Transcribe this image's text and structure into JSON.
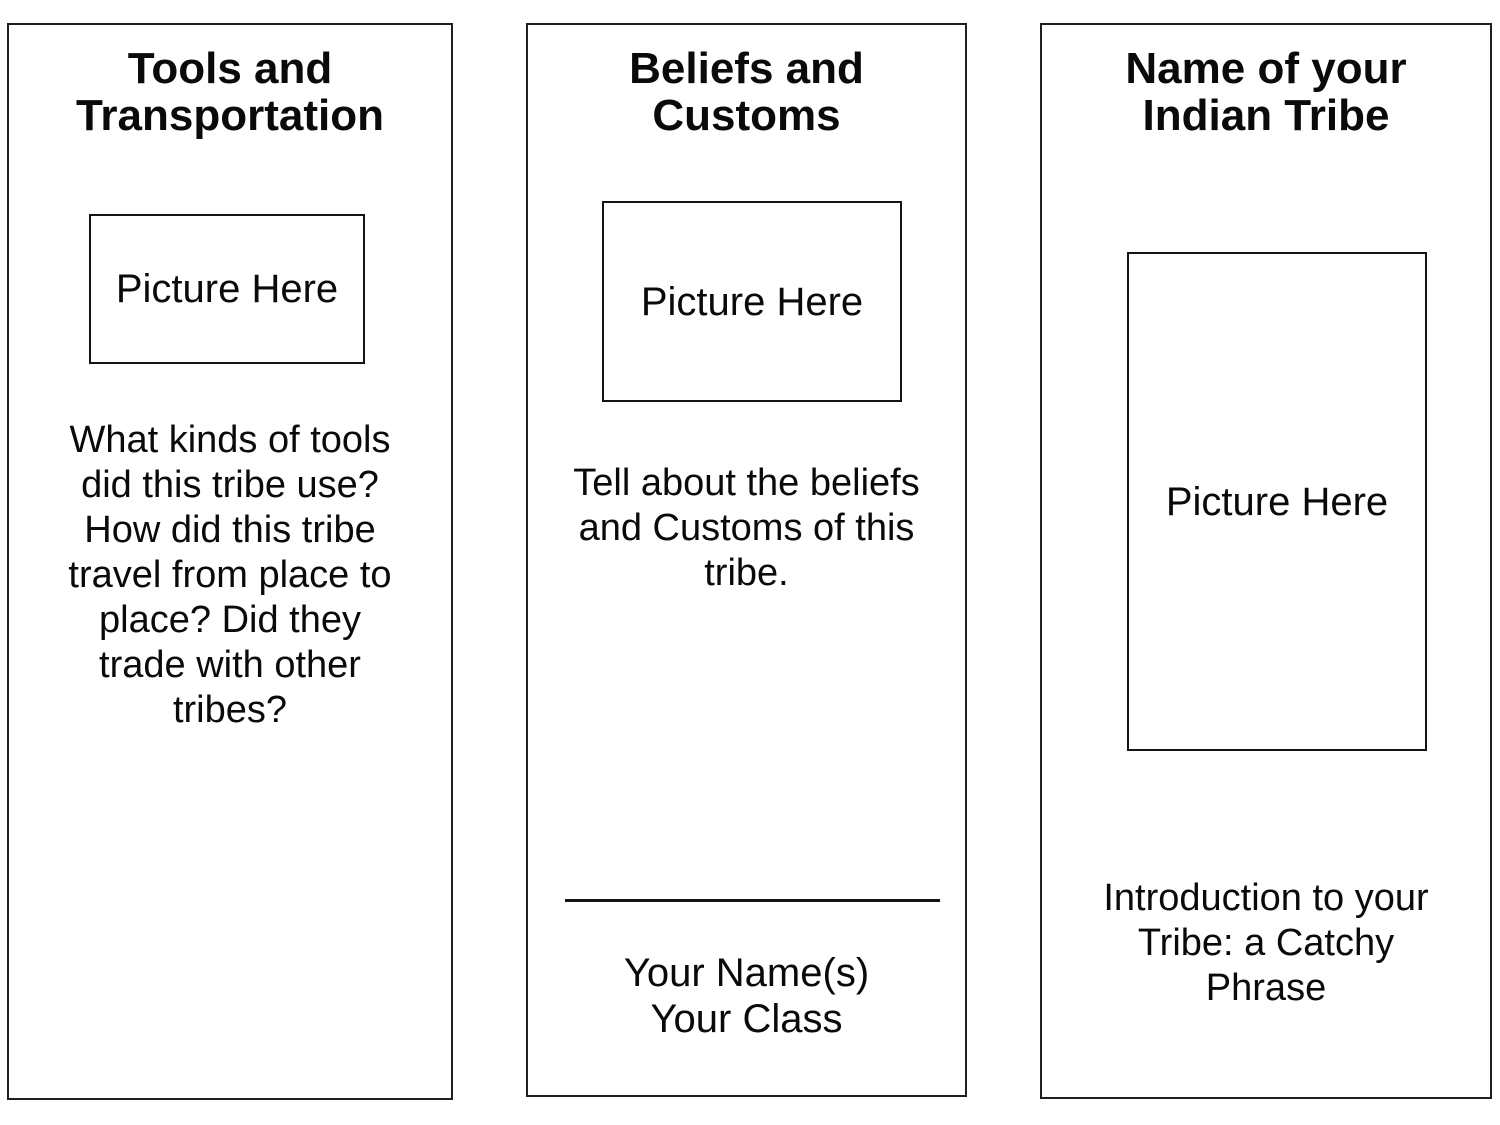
{
  "colors": {
    "background": "#ffffff",
    "text": "#0a0a0a",
    "border": "#1f1f1f"
  },
  "panels": {
    "tools": {
      "title": "Tools and Transportation",
      "title_lines": [
        "Tools and",
        "Transportation"
      ],
      "picture_label": "Picture Here",
      "body": "What kinds of tools did this tribe use? How did this tribe travel from place to place? Did they trade with other tribes?",
      "body_lines": [
        "What kinds of tools",
        "did this tribe use?",
        "How did this tribe",
        "travel from place to",
        "place? Did they",
        "trade with other",
        "tribes?"
      ]
    },
    "beliefs": {
      "title": "Beliefs and Customs",
      "title_lines": [
        "Beliefs and",
        "Customs"
      ],
      "picture_label": "Picture Here",
      "body": "Tell about the beliefs and Customs of this tribe.",
      "body_lines": [
        "Tell about the beliefs",
        "and Customs of this",
        "tribe."
      ],
      "signature": {
        "name_label": "Your Name(s)",
        "class_label": "Your Class"
      }
    },
    "tribe": {
      "title": "Name of your Indian Tribe",
      "title_lines": [
        "Name of your",
        "Indian Tribe"
      ],
      "picture_label": "Picture Here",
      "body": "Introduction to your Tribe: a Catchy Phrase",
      "body_lines": [
        "Introduction to your",
        "Tribe: a Catchy",
        "Phrase"
      ]
    }
  }
}
